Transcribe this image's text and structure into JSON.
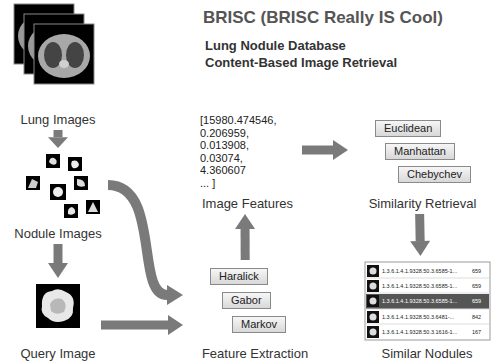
{
  "diagram": {
    "title": "BRISC (BRISC Really IS Cool)",
    "nodes": [
      {
        "text": [
          "Lung Images"
        ]
      },
      {
        "text": [
          "Nodule Images"
        ]
      },
      {
        "text": [
          "Query Image"
        ]
      },
      {
        "text": [
          "Feature Extraction"
        ]
      },
      {
        "text": [
          "Haralick"
        ],
        "in": 3
      },
      {
        "text": [
          "Gabor"
        ],
        "in": 3
      },
      {
        "text": [
          "Markov"
        ],
        "in": 3
      },
      {
        "text": [
          "[15980.474546,",
          "0.206959,",
          "0.013908,",
          "0.03074,",
          "4.360607",
          "... ]",
          "Image Features"
        ]
      },
      {
        "text": [
          "Similarity Retrieval"
        ]
      },
      {
        "text": [
          "Euclidean"
        ],
        "in": 8
      },
      {
        "text": [
          "Manhattan"
        ],
        "in": 8
      },
      {
        "text": [
          "Chebychev"
        ],
        "in": 8
      },
      {
        "text": [
          "Similar Nodules"
        ]
      }
    ],
    "edges": [
      {
        "from": 0,
        "to": 1,
        "arrow": "to"
      },
      {
        "from": 1,
        "to": 2,
        "arrow": "to"
      },
      {
        "from": 1,
        "to": 3,
        "arrow": "to"
      },
      {
        "from": 2,
        "to": 3,
        "arrow": "to"
      },
      {
        "from": 3,
        "to": 7,
        "arrow": "to"
      },
      {
        "from": 7,
        "to": 8,
        "arrow": "to"
      },
      {
        "from": 8,
        "to": 12,
        "arrow": "to"
      }
    ],
    "labels": [
      "Lung Nodule Database",
      "Content-Based Image Retrieval",
      "1.3.6.1.4.1.9328.50.3.6585-1...",
      "659",
      "1.3.6.1.4.1.9328.50.3.6585-1...",
      "659",
      "1.3.6.1.4.1.9328.50.3.6585-1...",
      "659",
      "1.3.6.1.4.1.9328.50.3.6481-...",
      "842",
      "1.3.6.1.4.1.9328.50.3.1616-1...",
      "167"
    ]
  }
}
